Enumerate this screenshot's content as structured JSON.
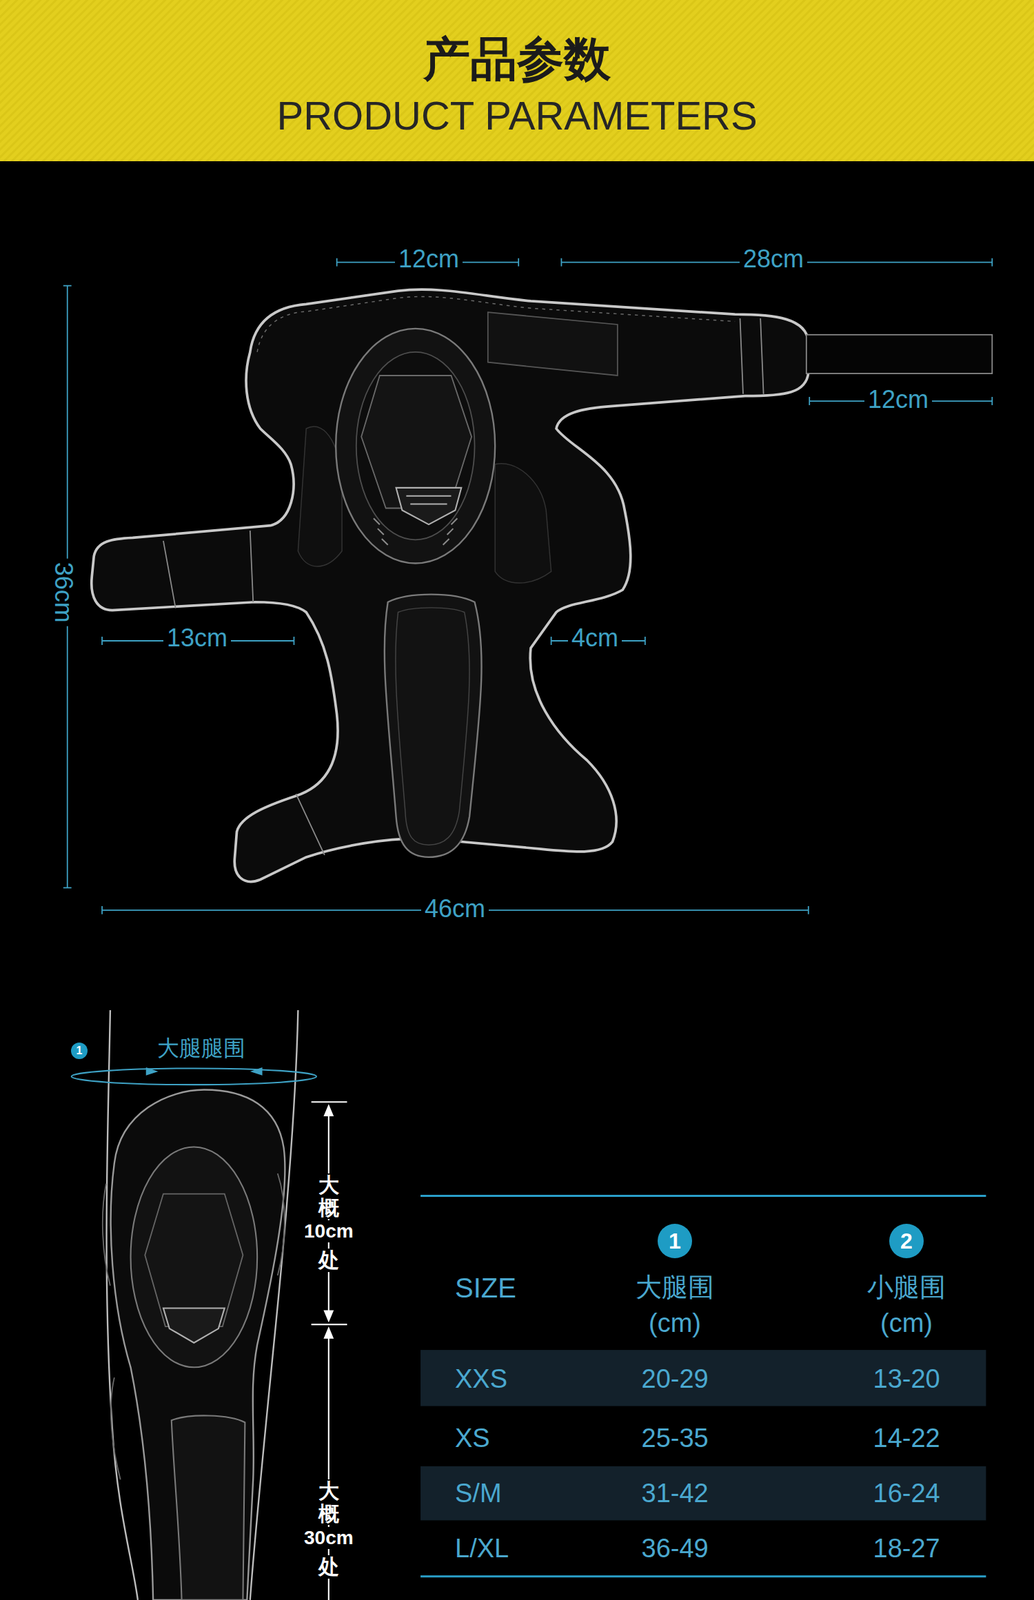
{
  "diagram": {
    "nodes": [
      {
        "text": [
          "产品参数",
          "PRODUCT PARAMETERS"
        ]
      },
      {
        "text": [
          "1"
        ]
      },
      {
        "text": [
          "1"
        ]
      },
      {
        "text": [
          "2"
        ]
      }
    ],
    "labels": [
      "12cm",
      "28cm",
      "12cm",
      "36cm",
      "13cm",
      "4cm",
      "46cm",
      "大腿腿围",
      "大概",
      "10cm",
      "处",
      "大概",
      "30cm",
      "处",
      "SIZE",
      "大腿围",
      "(cm)",
      "小腿围",
      "(cm)",
      "XXS",
      "20-29",
      "13-20",
      "XS",
      "25-35",
      "14-22",
      "S/M",
      "31-42",
      "16-24",
      "L/XL",
      "36-49",
      "18-27"
    ]
  }
}
